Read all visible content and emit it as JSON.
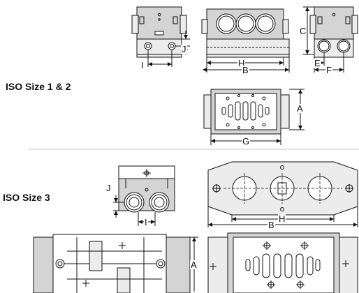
{
  "sections": {
    "iso12": "ISO Size 1 & 2",
    "iso3": "ISO Size 3"
  },
  "dims": {
    "A1": "A",
    "B1": "B",
    "C1": "C",
    "E1": "E",
    "F1": "F",
    "G1": "G",
    "H1": "H",
    "I1": "I",
    "J1": "J",
    "A3": "A",
    "B3": "B",
    "H3": "H",
    "I3": "I",
    "J3": "J"
  },
  "colors": {
    "body_fill": "#d4d4d4",
    "line": "#111111",
    "separator": "#c8c8c8"
  }
}
